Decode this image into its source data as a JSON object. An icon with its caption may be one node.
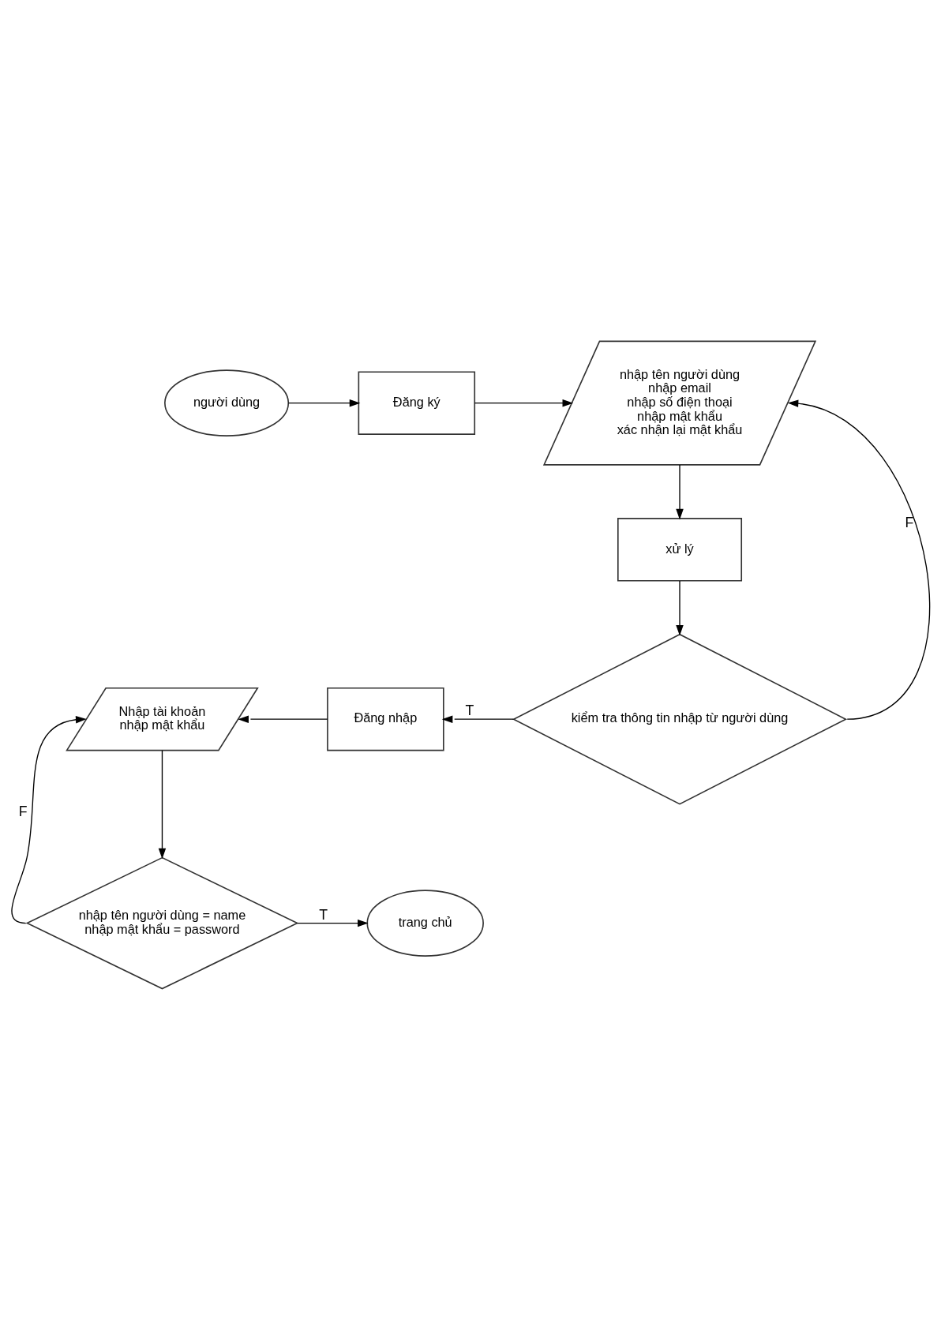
{
  "diagram": {
    "nodes": [
      {
        "text": [
          "người dùng"
        ]
      },
      {
        "text": [
          "Đăng ký"
        ]
      },
      {
        "text": [
          "nhập tên người dùng",
          "nhập email",
          "nhập số điện thoại",
          "nhập mật khẩu",
          "xác nhận lại mật khẩu"
        ]
      },
      {
        "text": [
          "xử lý"
        ]
      },
      {
        "text": [
          "kiểm tra thông tin nhập từ người dùng"
        ]
      },
      {
        "text": [
          "Đăng nhập"
        ]
      },
      {
        "text": [
          "Nhập tài khoản",
          "nhập mật khẩu"
        ]
      },
      {
        "text": [
          "nhập tên người dùng = name",
          "nhập mật khẩu = password"
        ]
      },
      {
        "text": [
          "trang chủ"
        ]
      }
    ],
    "edges": [
      {
        "from": 0,
        "to": 1,
        "arrow": "to"
      },
      {
        "from": 1,
        "to": 2,
        "arrow": "to"
      },
      {
        "from": 2,
        "to": 3,
        "arrow": "to"
      },
      {
        "from": 3,
        "to": 4,
        "arrow": "to"
      },
      {
        "from": 4,
        "to": 2,
        "arrow": "to",
        "label": "F"
      },
      {
        "from": 4,
        "to": 5,
        "arrow": "to",
        "label": "T"
      },
      {
        "from": 5,
        "to": 6,
        "arrow": "to"
      },
      {
        "from": 6,
        "to": 7,
        "arrow": "to"
      },
      {
        "from": 7,
        "to": 6,
        "arrow": "to",
        "label": "F"
      },
      {
        "from": 7,
        "to": 8,
        "arrow": "to",
        "label": "T"
      }
    ]
  }
}
